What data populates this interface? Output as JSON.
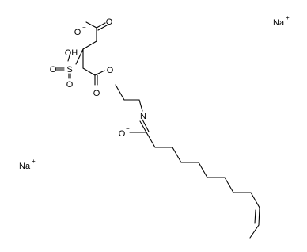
{
  "molecule": {
    "atom_labels": {
      "o_carboxylate": "O",
      "o_carboxylate_charge": "−",
      "o_carbonyl_top": "O",
      "sulfo_oh": "OH",
      "sulfo_s": "S",
      "sulfo_o_left": "O",
      "sulfo_o_bottom": "O",
      "o_ester_carbonyl": "O",
      "o_ester": "O",
      "n_imidate": "N",
      "o_imidate": "O",
      "o_imidate_charge": "−"
    },
    "counterions": [
      {
        "symbol": "Na",
        "charge": "+"
      },
      {
        "symbol": "Na",
        "charge": "+"
      }
    ]
  }
}
